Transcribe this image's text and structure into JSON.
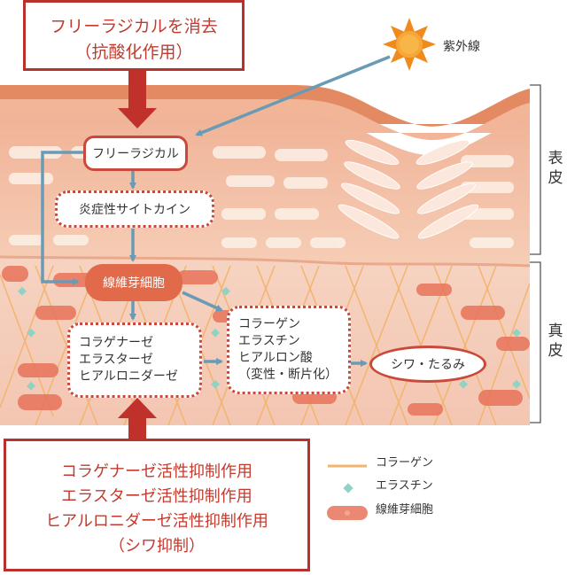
{
  "top_box": {
    "line1": "フリーラジカルを消去",
    "line2": "（抗酸化作用）"
  },
  "bottom_box": {
    "line1": "コラゲナーゼ活性抑制作用",
    "line2": "エラスターゼ活性抑制作用",
    "line3": "ヒアルロニダーゼ活性抑制作用",
    "line4": "（シワ抑制）"
  },
  "uv_label": "紫外線",
  "nodes": {
    "free_radical": "フリーラジカル",
    "cytokine": "炎症性サイトカイン",
    "fibroblast": "線維芽細胞",
    "enzymes": [
      "コラゲナーゼ",
      "エラスターゼ",
      "ヒアルロニダーゼ"
    ],
    "components": [
      "コラーゲン",
      "エラスチン",
      "ヒアルロン酸",
      "（変性・断片化）"
    ],
    "wrinkle": "シワ・たるみ"
  },
  "side_labels": {
    "epidermis": [
      "表",
      "皮"
    ],
    "dermis": [
      "真",
      "皮"
    ]
  },
  "legend": {
    "collagen": "コラーゲン",
    "elastin": "エラスチン",
    "fibroblast": "線維芽細胞"
  },
  "colors": {
    "accent_red": "#b9312c",
    "arrow_blue": "#6a9bb5",
    "skin_epidermis": "#f4c7ae",
    "skin_dermis": "#f6d6c6",
    "collagen_line": "#f3b36b",
    "elastin_dot": "#8fd3c4",
    "fibroblast_fill": "#e8735a",
    "sun": "#f08a1c"
  }
}
